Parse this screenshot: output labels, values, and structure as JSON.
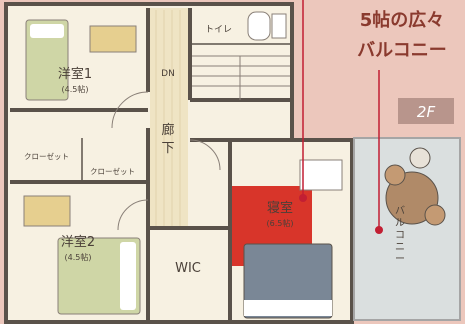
{
  "floor_label": "2F",
  "callout": {
    "line1": "5帖の広々",
    "line2": "バルコニー"
  },
  "rooms": {
    "western1": {
      "name": "洋室1",
      "size": "(4.5帖)"
    },
    "western2": {
      "name": "洋室2",
      "size": "(4.5帖)"
    },
    "toilet": "トイレ",
    "stairs_dn": "DN",
    "hallway": [
      "廊",
      "下"
    ],
    "closet1": "クローゼット",
    "closet2": "クローゼット",
    "bedroom": {
      "name": "寝室",
      "size": "(6.5帖)"
    },
    "wic": "WIC",
    "balcony": [
      "バ",
      "ル",
      "コ",
      "ニ",
      "ー"
    ]
  },
  "colors": {
    "background": "#ecc7bc",
    "floor": "#f7f1e2",
    "wall": "#5a524a",
    "rug": "#d8352a",
    "bed_green": "#cfd6a6",
    "bed_blue": "#7a8796",
    "floor_label_bg": "#b8958c",
    "callout_text": "#8a3a2e",
    "marker": "#c21f33"
  }
}
